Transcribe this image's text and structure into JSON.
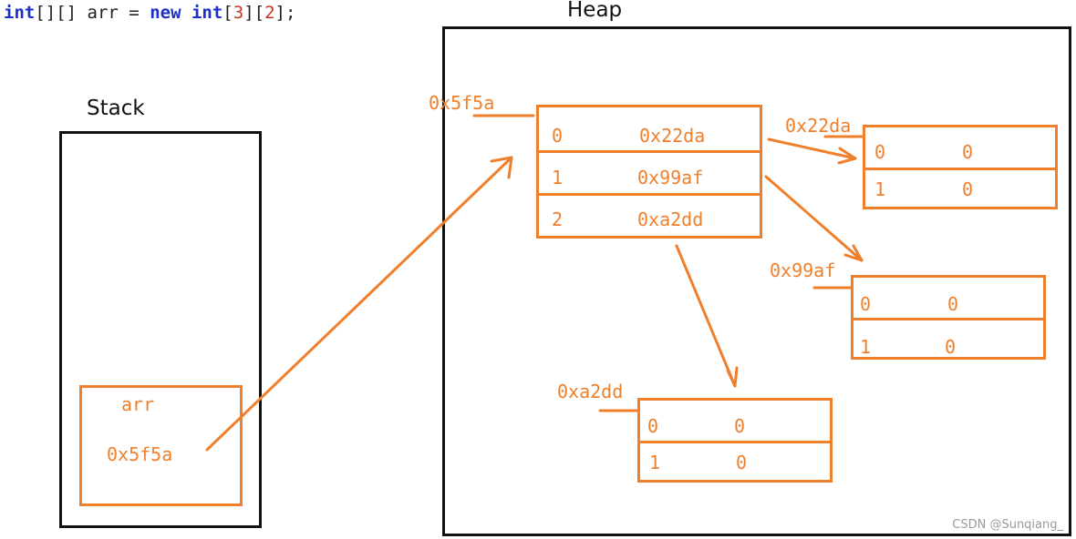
{
  "code": {
    "kw1": "int",
    "brackets": "[][] ",
    "varname": "arr",
    "assign": " = ",
    "kw_new": "new",
    "kw2": "int",
    "dim1_open": "[",
    "dim1": "3",
    "dim_mid": "][",
    "dim2": "2",
    "dim2_close": "];"
  },
  "regions": {
    "stack_label": "Stack",
    "heap_label": "Heap"
  },
  "stack_frame": {
    "var_name": "arr",
    "var_value": "0x5f5a"
  },
  "outer_array": {
    "address": "0x5f5a",
    "rows": [
      {
        "index": "0",
        "value": "0x22da"
      },
      {
        "index": "1",
        "value": "0x99af"
      },
      {
        "index": "2",
        "value": "0xa2dd"
      }
    ]
  },
  "inner_arrays": [
    {
      "address": "0x22da",
      "rows": [
        {
          "index": "0",
          "value": "0"
        },
        {
          "index": "1",
          "value": "0"
        }
      ]
    },
    {
      "address": "0x99af",
      "rows": [
        {
          "index": "0",
          "value": "0"
        },
        {
          "index": "1",
          "value": "0"
        }
      ]
    },
    {
      "address": "0xa2dd",
      "rows": [
        {
          "index": "0",
          "value": "0"
        },
        {
          "index": "1",
          "value": "0"
        }
      ]
    }
  ],
  "watermark": "CSDN @Sunqiang_",
  "colors": {
    "accent": "#f07f2c",
    "outline": "#111111",
    "keyword": "#1d2fc9",
    "number": "#c4362b"
  }
}
